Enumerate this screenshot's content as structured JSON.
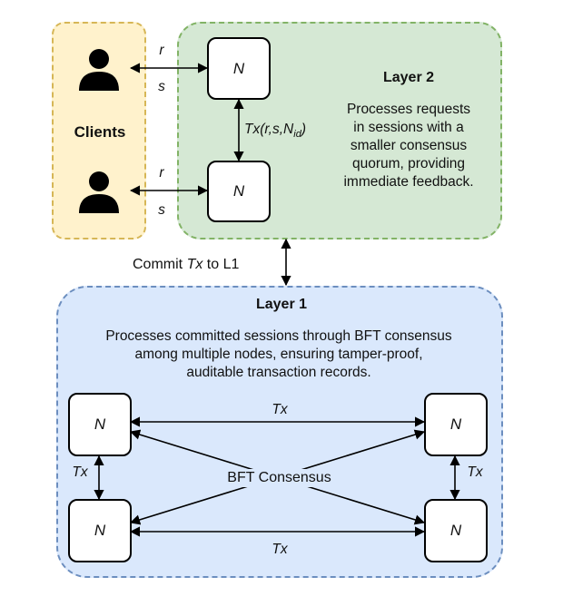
{
  "clients": {
    "label": "Clients",
    "top_request": "r",
    "top_response": "s",
    "bottom_request": "r",
    "bottom_response": "s"
  },
  "layer2": {
    "title": "Layer 2",
    "desc_lines": [
      "Processes requests",
      "in sessions with a",
      "smaller consensus",
      "quorum, providing",
      "immediate feedback."
    ],
    "node_top": "N",
    "node_bottom": "N",
    "tx_label": "Tx(r,s,N",
    "tx_sub": "id",
    "tx_close": ")"
  },
  "commit": {
    "prefix": "Commit ",
    "tx": "Tx",
    "suffix": " to L1"
  },
  "layer1": {
    "title": "Layer 1",
    "desc_lines": [
      "Processes committed sessions through BFT consensus",
      "among multiple nodes, ensuring tamper-proof,",
      "auditable transaction records."
    ],
    "nodes": [
      "N",
      "N",
      "N",
      "N"
    ],
    "tx_top": "Tx",
    "tx_bottom": "Tx",
    "tx_left": "Tx",
    "tx_right": "Tx",
    "consensus_label": "BFT Consensus"
  },
  "colors": {
    "clients_fill": "#fff2cc",
    "layer2_fill": "#d5e8d4",
    "layer1_fill": "#dae8fc"
  }
}
